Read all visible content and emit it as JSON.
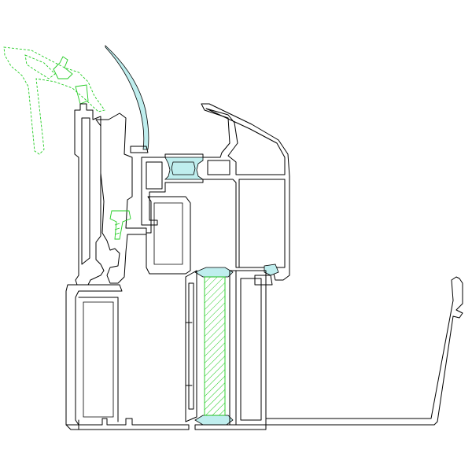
{
  "drawing": {
    "kind": "aluminium window profile cross-section (CAD line drawing)",
    "colors": {
      "background": "#ffffff",
      "outline": "#000000",
      "hardware_dashed": "#22cc22",
      "gasket_fill": "#bfeeee",
      "glass_hatch": "#22cc22"
    },
    "components": [
      "outer-frame-profile",
      "sash-profile",
      "glazing-bead-profile",
      "glass-pane-hatched",
      "gasket-seals",
      "fixing-screw",
      "handle-hardware-dashed",
      "curved-seal-strip",
      "sill-drip-profile"
    ]
  }
}
